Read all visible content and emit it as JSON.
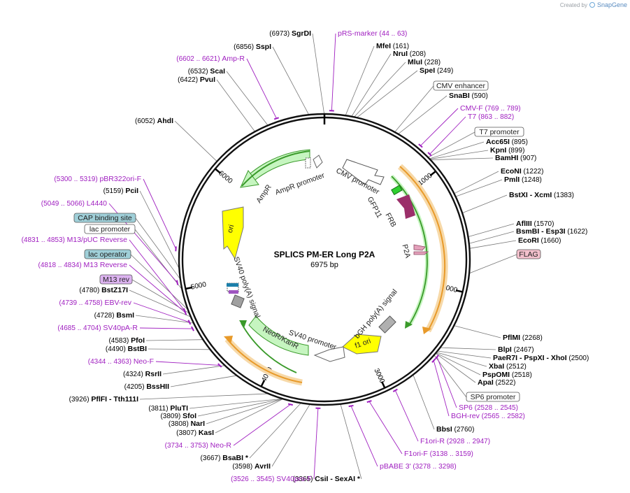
{
  "credit": {
    "created_by": "Created by",
    "brand": "SnapGene"
  },
  "map": {
    "title": "SPLICS PM-ER Long P2A",
    "size": "6975 bp"
  },
  "ticks": [
    "1000",
    "2000",
    "3000",
    "4000",
    "5000",
    "6000"
  ],
  "site_labels": [
    {
      "pos": "(6973)",
      "name": "SgrDI"
    },
    {
      "pos": "(6856)",
      "name": "SspI"
    },
    {
      "pos": "(6532)",
      "name": "ScaI"
    },
    {
      "pos": "(6422)",
      "name": "PvuI"
    },
    {
      "pos": "(6052)",
      "name": "AhdI"
    },
    {
      "pos": "(5159)",
      "name": "PciI"
    },
    {
      "pos": "(4780)",
      "name": "BstZ17I"
    },
    {
      "pos": "(4728)",
      "name": "BsmI"
    },
    {
      "pos": "(4583)",
      "name": "PfoI"
    },
    {
      "pos": "(4490)",
      "name": "BstBI"
    },
    {
      "pos": "(4324)",
      "name": "RsrII"
    },
    {
      "pos": "(4205)",
      "name": "BssHII"
    },
    {
      "pos": "(3926)",
      "name": "PflFI",
      "extra": "- Tth111I"
    },
    {
      "pos": "(3811)",
      "name": "PluTI"
    },
    {
      "pos": "(3809)",
      "name": "SfoI"
    },
    {
      "pos": "(3808)",
      "name": "NarI"
    },
    {
      "pos": "(3807)",
      "name": "KasI"
    },
    {
      "pos": "(3667)",
      "name": "BsaBI",
      "extra": "*"
    },
    {
      "pos": "(3598)",
      "name": "AvrII"
    },
    {
      "pos": "(3365)",
      "name": "CsiI",
      "extra": "- SexAI *"
    },
    {
      "pos": "(161)",
      "name": "MfeI"
    },
    {
      "pos": "(208)",
      "name": "NruI"
    },
    {
      "pos": "(228)",
      "name": "MluI"
    },
    {
      "pos": "(249)",
      "name": "SpeI"
    },
    {
      "pos": "(590)",
      "name": "SnaBI"
    },
    {
      "pos": "(895)",
      "name": "Acc65I"
    },
    {
      "pos": "(899)",
      "name": "KpnI"
    },
    {
      "pos": "(907)",
      "name": "BamHI"
    },
    {
      "pos": "(1222)",
      "name": "EcoNI"
    },
    {
      "pos": "(1248)",
      "name": "PmlI"
    },
    {
      "pos": "(1383)",
      "name": "BstXI",
      "extra": "- XcmI"
    },
    {
      "pos": "(1570)",
      "name": "AflIII"
    },
    {
      "pos": "(1622)",
      "name": "BsmBI",
      "extra": "- Esp3I"
    },
    {
      "pos": "(1660)",
      "name": "EcoRI"
    },
    {
      "pos": "(2268)",
      "name": "PflMI"
    },
    {
      "pos": "(2467)",
      "name": "BlpI"
    },
    {
      "pos": "(2500)",
      "name": "PaeR7I",
      "extra": "- PspXI  - XhoI"
    },
    {
      "pos": "(2512)",
      "name": "XbaI"
    },
    {
      "pos": "(2518)",
      "name": "PspOMI"
    },
    {
      "pos": "(2522)",
      "name": "ApaI"
    },
    {
      "pos": "(2760)",
      "name": "BbsI"
    }
  ],
  "primer_labels": [
    {
      "range": "(44 .. 63)",
      "name": "pRS-marker"
    },
    {
      "range": "(6602 .. 6621)",
      "name": "Amp-R"
    },
    {
      "range": "(769 .. 789)",
      "name": "CMV-F"
    },
    {
      "range": "(863 .. 882)",
      "name": "T7"
    },
    {
      "range": "(5300 .. 5319)",
      "name": "pBR322ori-F"
    },
    {
      "range": "(5049 .. 5066)",
      "name": "L4440"
    },
    {
      "range": "(4831 .. 4853)",
      "name": "M13/pUC Reverse"
    },
    {
      "range": "(4818 .. 4834)",
      "name": "M13 Reverse"
    },
    {
      "range": "(4739 .. 4758)",
      "name": "EBV-rev"
    },
    {
      "range": "(4685 .. 4704)",
      "name": "SV40pA-R"
    },
    {
      "range": "(4344 .. 4363)",
      "name": "Neo-F"
    },
    {
      "range": "(3734 .. 3753)",
      "name": "Neo-R"
    },
    {
      "range": "(3526 .. 3545)",
      "name": "SV40pro-F"
    },
    {
      "range": "(2528 .. 2545)",
      "name": "SP6"
    },
    {
      "range": "(2565 .. 2582)",
      "name": "BGH-rev"
    },
    {
      "range": "(2928 .. 2947)",
      "name": "F1ori-R"
    },
    {
      "range": "(3138 .. 3159)",
      "name": "F1ori-F"
    },
    {
      "range": "(3278 .. 3298)",
      "name": "pBABE 3'"
    }
  ],
  "boxed_labels": [
    "CMV enhancer",
    "T7 promoter",
    "FLAG",
    "SP6 promoter",
    "CAP binding site",
    "lac promoter",
    "lac operator",
    "M13 rev"
  ],
  "features": [
    "CMV promoter",
    "GFP11",
    "FRB",
    "P2A",
    "bGH poly(A) signal",
    "f1 ori",
    "SV40 promoter",
    "NeoR/KanR",
    "SV40 poly(A) signal",
    "ori",
    "AmpR",
    "AmpR promoter"
  ],
  "colors": {
    "primer": "#a020c0",
    "backbone": "#000000",
    "orf_green": "#c6f5c0",
    "orf_outline": "#3a9a2a",
    "orange": "#f0a030",
    "ori_yellow": "#ffff00",
    "frb": "#9b2f6a",
    "gfp": "#2fd02f",
    "boxed_blue": "#9fcfd8",
    "boxed_pink": "#f3c0cc",
    "boxed_purple": "#dcb3f0"
  }
}
